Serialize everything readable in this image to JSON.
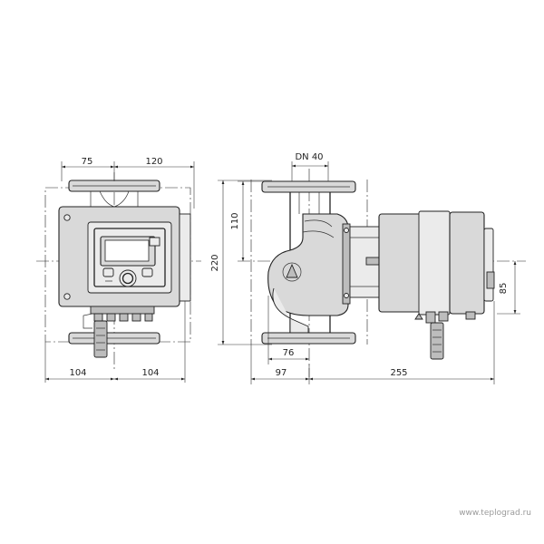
{
  "dimensions": {
    "front_top_left": "75",
    "front_top_right": "120",
    "front_bottom_left": "104",
    "front_bottom_right": "104",
    "side_nominal": "DN 40",
    "side_height_half": "110",
    "side_height_total": "220",
    "side_axis_offset": "76",
    "side_left": "97",
    "side_right": "255",
    "side_motor_right": "85"
  },
  "watermark": "www.teplograd.ru"
}
